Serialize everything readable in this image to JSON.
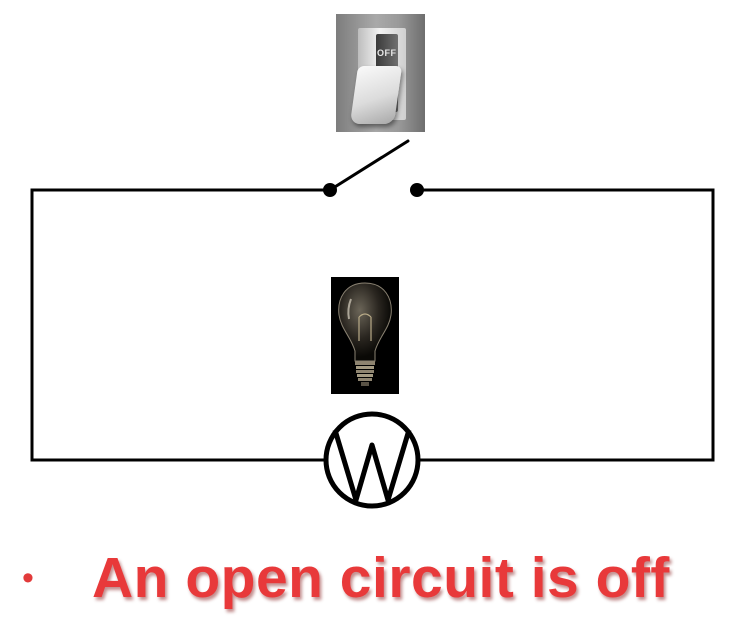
{
  "switch_photo": {
    "label": "OFF",
    "state": "off"
  },
  "caption": {
    "bullet": "•",
    "text": "An open circuit is off",
    "color": "#e8393a"
  },
  "circuit": {
    "switch_state": "open",
    "wire_color": "#000000"
  }
}
